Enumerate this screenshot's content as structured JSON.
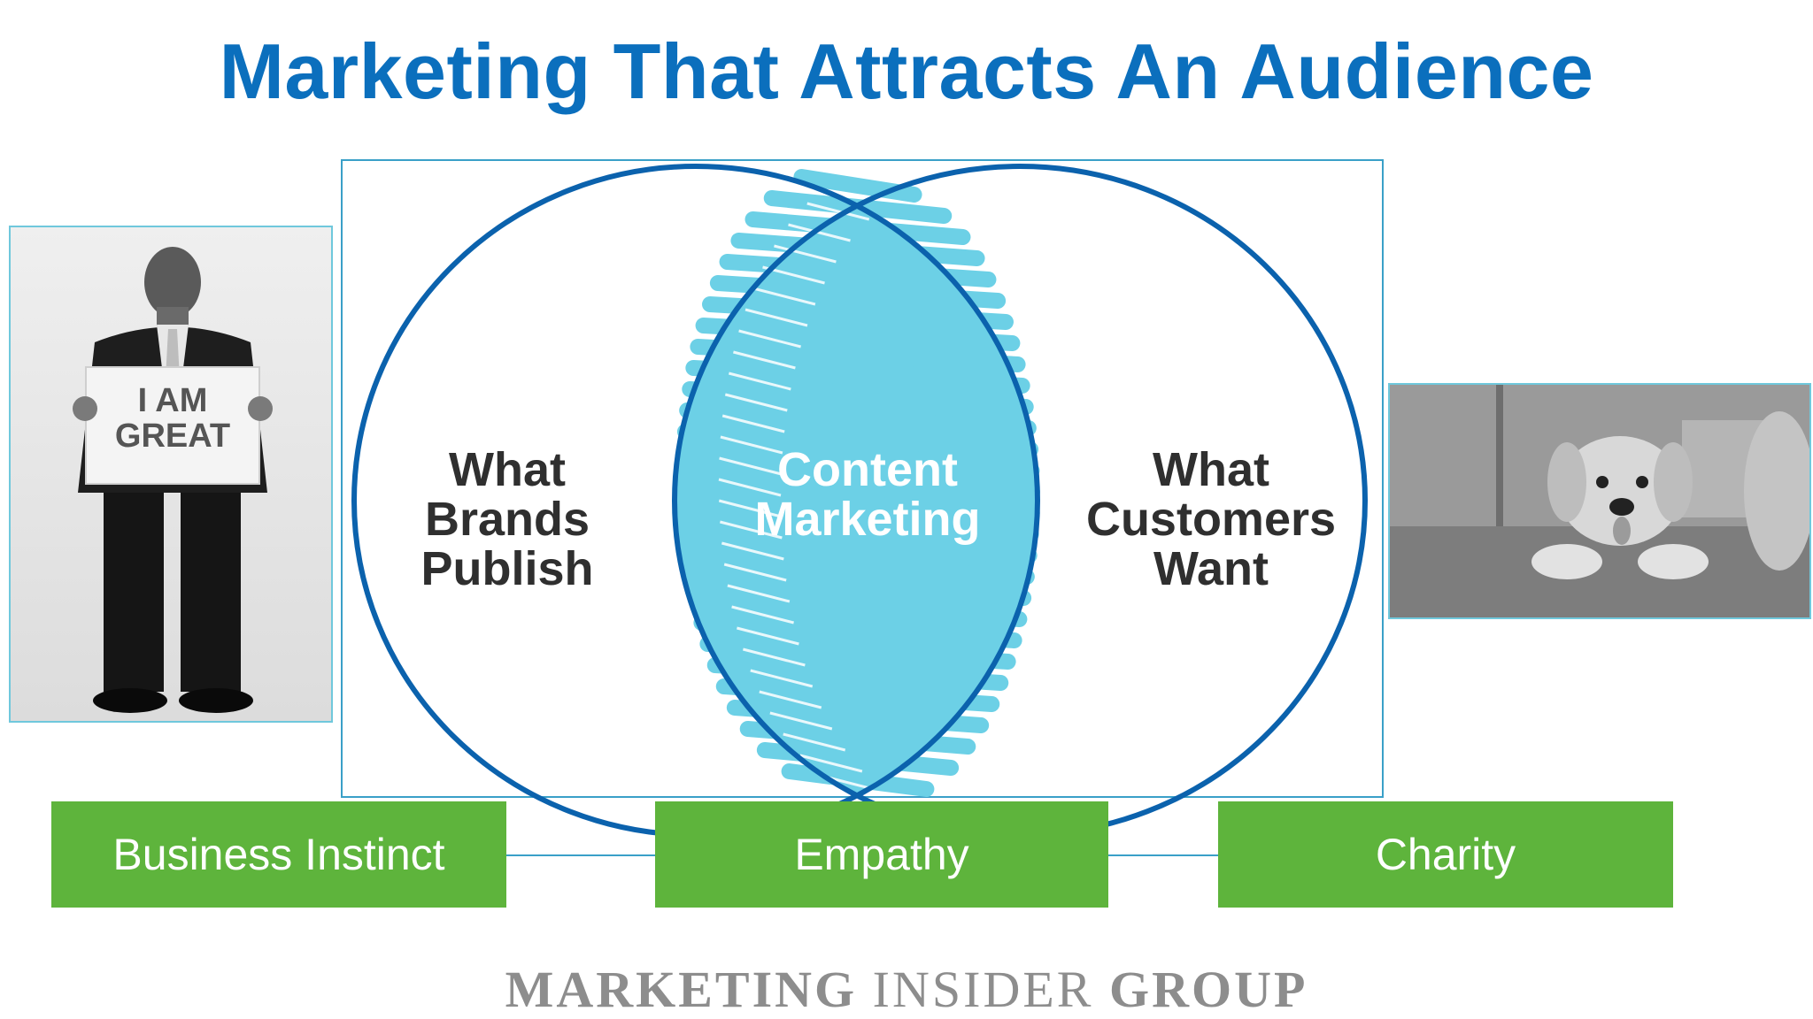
{
  "title": "Marketing That Attracts An Audience",
  "venn": {
    "left_label": [
      "What",
      "Brands",
      "Publish"
    ],
    "center_label": [
      "Content",
      "Marketing"
    ],
    "right_label": [
      "What",
      "Customers",
      "Want"
    ]
  },
  "boxes": {
    "left": "Business Instinct",
    "center": "Empathy",
    "right": "Charity"
  },
  "sign_text": [
    "I AM",
    "GREAT"
  ],
  "logo": {
    "part1": "MARKETING",
    "part2": "INSIDER",
    "part3": "GROUP"
  },
  "colors": {
    "title": "#0b6fbd",
    "circle_stroke": "#0b62ad",
    "overlap_fill": "#6cd0e6",
    "green": "#5eb43c",
    "frame": "#3aa0c8"
  }
}
